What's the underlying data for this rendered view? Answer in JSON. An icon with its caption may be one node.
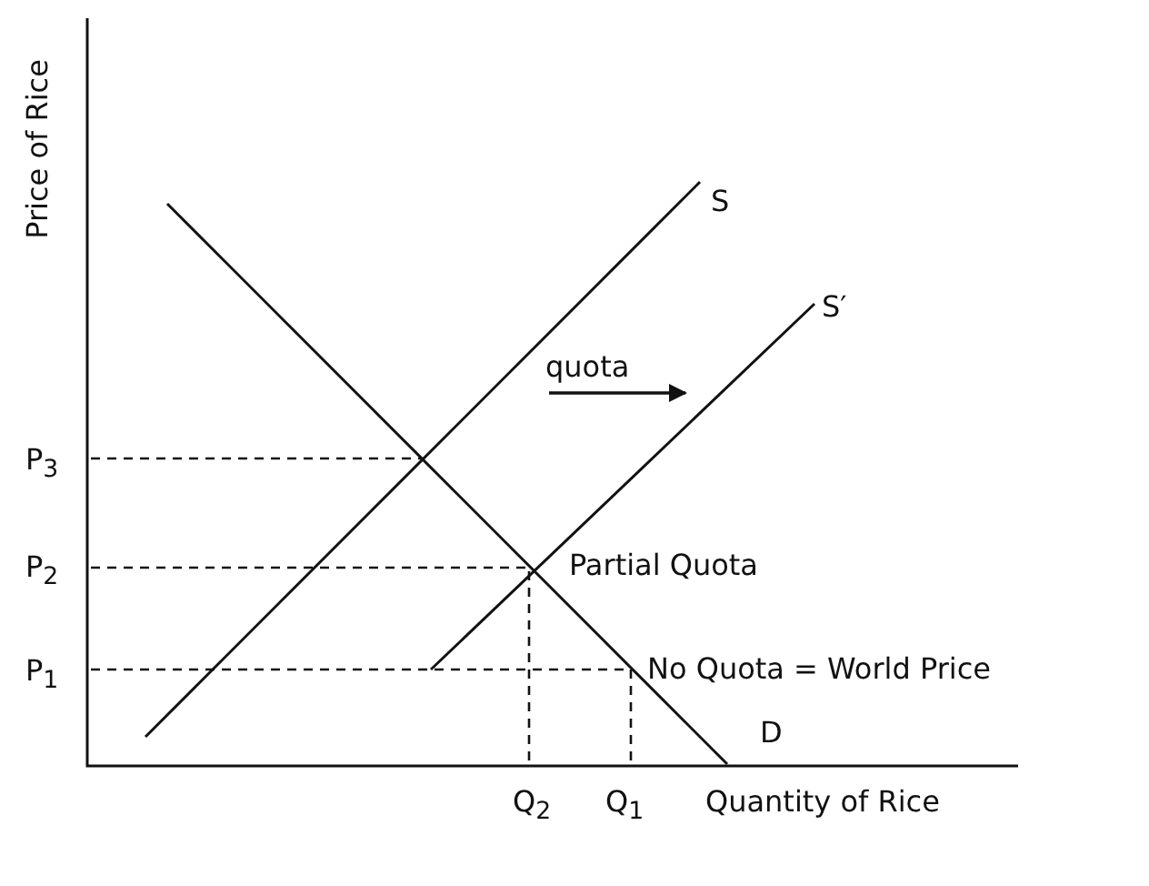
{
  "diagram": {
    "labels": [
      "Price of Rice",
      "S",
      "S′",
      "quota",
      "P$_{3}$",
      "P$_{2}$",
      "Partial Quota",
      "P$_{1}$",
      "No Quota = World Price",
      "D",
      "Q$_{2}$",
      "Q$_{1}$",
      "Quantity of Rice"
    ]
  }
}
